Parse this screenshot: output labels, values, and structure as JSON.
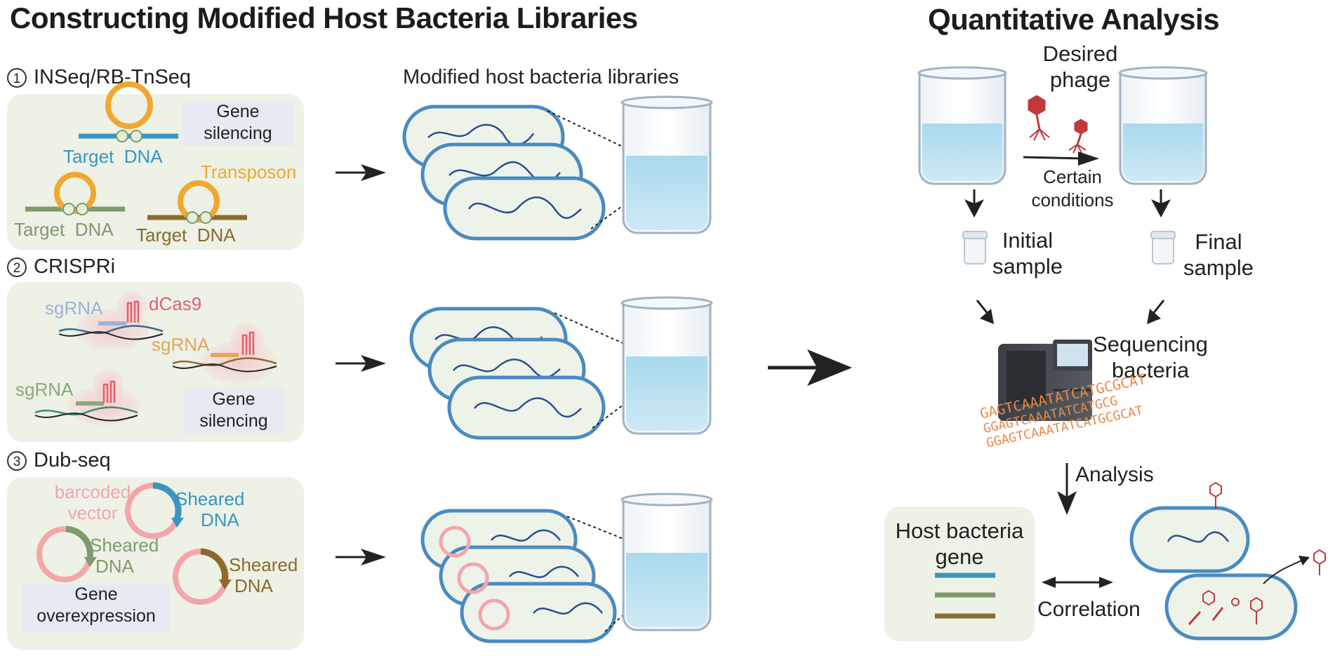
{
  "titles": {
    "left": "Constructing Modified Host Bacteria Libraries",
    "right": "Quantitative Analysis"
  },
  "libraries_label": "Modified host bacteria libraries",
  "sections": [
    {
      "number": "1",
      "name": "INSeq/RB-TnSeq"
    },
    {
      "number": "2",
      "name": "CRISPRi"
    },
    {
      "number": "3",
      "name": "Dub-seq"
    }
  ],
  "inseq": {
    "gene_silencing_line1": "Gene",
    "gene_silencing_line2": "silencing",
    "transposon": "Transposon",
    "target": "Target",
    "dna": "DNA"
  },
  "crispri": {
    "sgrna": "sgRNA",
    "dcas9": "dCas9",
    "gene_silencing_line1": "Gene",
    "gene_silencing_line2": "silencing"
  },
  "dubseq": {
    "barcoded_line1": "barcoded",
    "barcoded_line2": "vector",
    "sheared": "Sheared",
    "dna": "DNA",
    "overexpression_line1": "Gene",
    "overexpression_line2": "overexpression"
  },
  "analysis": {
    "desired_phage_line1": "Desired",
    "desired_phage_line2": "phage",
    "conditions_line1": "Certain",
    "conditions_line2": "conditions",
    "initial_line1": "Initial",
    "initial_line2": "sample",
    "final_line1": "Final",
    "final_line2": "sample",
    "sequencing_line1": "Sequencing",
    "sequencing_line2": "bacteria",
    "analysis_label": "Analysis",
    "host_gene_line1": "Host bacteria",
    "host_gene_line2": "gene",
    "correlation": "Correlation",
    "seq_text_1": "GAGTCAAATATCATGCGCAT",
    "seq_text_2": "GGAGTCAAATATCATGCG",
    "seq_text_3": "GGAGTCAAATATCATGCGCAT"
  },
  "colors": {
    "target_blue": "#3a95c0",
    "target_green": "#7f9a6e",
    "target_brown": "#8b6a2b",
    "transposon": "#f0a830",
    "sgrna_blue": "#9bb1d9",
    "dcas9": "#e0626e",
    "sgrna_orange": "#e0a85a",
    "sgrna_green": "#8aa97a",
    "barcoded": "#f3a6aa",
    "sheared_blue": "#3a95c0",
    "sheared_green": "#7f9a6e",
    "sheared_brown": "#8b6a2b",
    "panel_bg": "#edf1e6",
    "sequence_orange": "#e58a4a"
  }
}
